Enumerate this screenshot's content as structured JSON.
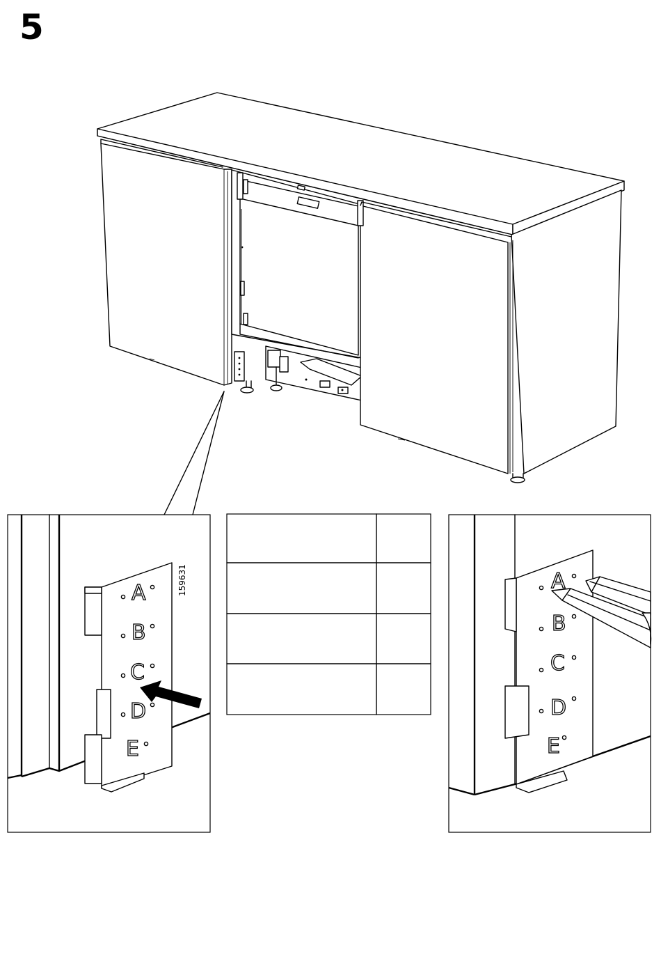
{
  "step": {
    "number": "5"
  },
  "template": {
    "part_number": "159631",
    "letters": [
      "A",
      "B",
      "C",
      "D",
      "E"
    ]
  },
  "table": {
    "rows": [
      [
        "",
        ""
      ],
      [
        "",
        ""
      ],
      [
        "",
        ""
      ],
      [
        "",
        ""
      ]
    ]
  },
  "icons": {
    "pointer": "arrow-icon",
    "tool": "pencil-icon"
  }
}
